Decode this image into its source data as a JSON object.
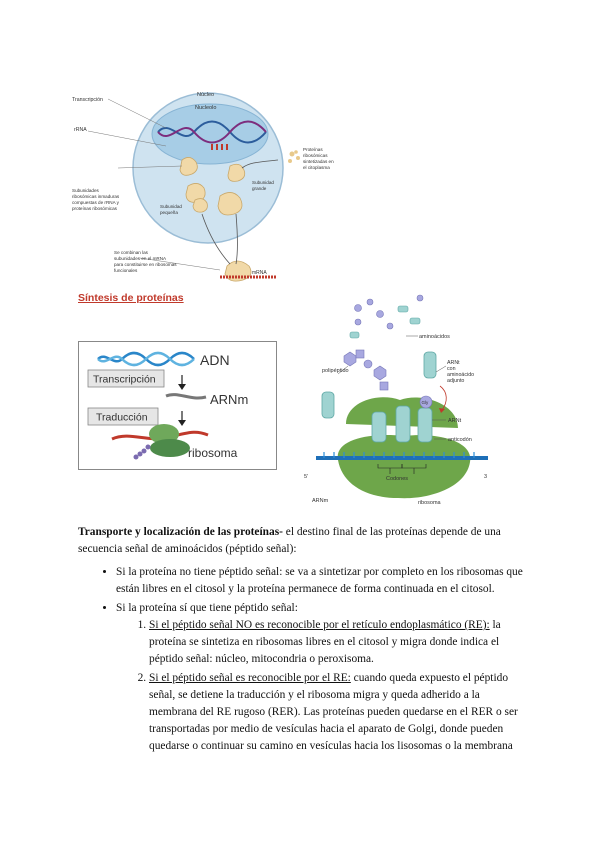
{
  "figure_top": {
    "labels": {
      "nucleo": "Núcleo",
      "nucleolo": "Nucleolo",
      "transcripcion": "Transcripción",
      "rrna": "rRNA",
      "proteinas_ribosomicas": [
        "Proteínas",
        "ribosómicas",
        "sintetizadas en",
        "el citoplasma"
      ],
      "subunidades_inmaduras": [
        "Subunidades",
        "ribosómicas inmaduras",
        "compuestas de rRNA y",
        "proteínas ribosómicas"
      ],
      "subunidad_grande": [
        "Subunidad",
        "grande"
      ],
      "subunidad_pequena": [
        "Subunidad",
        "pequeña"
      ],
      "se_combinan": [
        "Se combinan las",
        "subunidades en el mRNA",
        "para constituirse en ribosomas",
        "funcionales"
      ],
      "mrna": "mRNA"
    },
    "colors": {
      "nucleus_outer": "#cfe3f0",
      "nucleus_inner": "#a7cde6",
      "subunit": "#f1d9a8"
    }
  },
  "section_title": "Síntesis de proteínas",
  "figure_left": {
    "adn": "ADN",
    "transcripcion": "Transcripción",
    "arnm": "ARNm",
    "traduccion": "Traducción",
    "ribosoma": "ribosoma"
  },
  "figure_right": {
    "aminoacidos": "aminoácidos",
    "polipeptido": "polipéptido",
    "arnt_con": [
      "ARNt",
      "con",
      "aminoácido",
      "adjunto"
    ],
    "gly": "Gly",
    "arnt": "ARNt",
    "anticodon": "anticodón",
    "cinco": "5'",
    "tres": "3",
    "codones": "Codones",
    "arnm": "ARNm",
    "ribosoma": "ribosoma",
    "colors": {
      "ribosome": "#6ea64a",
      "mrna": "#1e6fb8",
      "trna": "#9fd3d1",
      "amino": "#a8a8e0"
    }
  },
  "body": {
    "intro_bold": "Transporte y localización de las proteínas-",
    "intro_rest": " el destino final de las proteínas depende de una secuencia señal de aminoácidos (péptido señal):",
    "bullet1": "Si la proteína no tiene péptido señal: se va a sintetizar por completo en los ribosomas que están libres en el citosol y la proteína permanece de forma continuada en el citosol.",
    "bullet2": "Si la proteína sí que tiene péptido señal:",
    "sub1_underlined": "Si el péptido señal NO es reconocible por el retículo endoplasmático (RE):",
    "sub1_rest": " la proteína se sintetiza en ribosomas libres en el citosol y migra donde indica el péptido señal: núcleo, mitocondria o peroxisoma.",
    "sub2_underlined": "Si el péptido señal es reconocible por el RE:",
    "sub2_rest": " cuando queda expuesto el péptido señal, se detiene la traducción y el ribosoma migra y queda adherido a la membrana del RE rugoso (RER). Las proteínas pueden quedarse en el RER o ser transportadas por medio de vesículas hacia el aparato de Golgi, donde pueden quedarse o continuar su camino en vesículas hacia los lisosomas o la membrana"
  }
}
